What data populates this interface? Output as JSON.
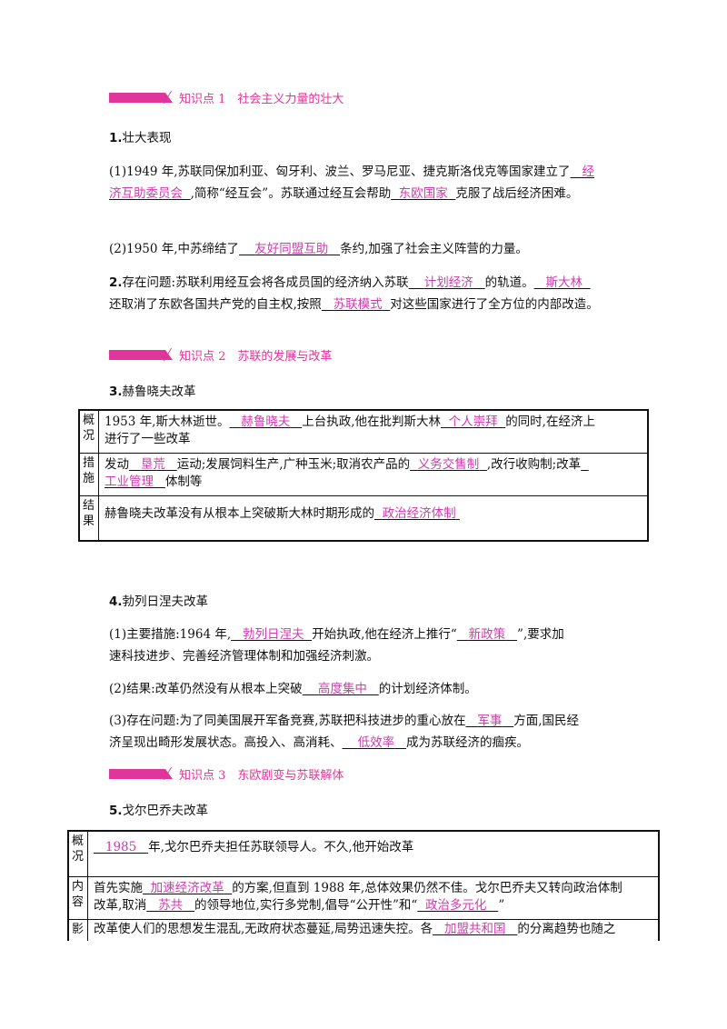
{
  "kp1": {
    "label": "知识点 1　社会主义力量的壮大"
  },
  "kp2": {
    "label": "知识点 2　苏联的发展与改革"
  },
  "kp3": {
    "label": "知识点 3　东欧剧变与苏联解体"
  },
  "s1": {
    "heading_num": "1.",
    "heading": "壮大表现",
    "p1": {
      "a": "(1)1949 年,苏联同保加利亚、匈牙利、波兰、罗马尼亚、捷克斯洛伐克等国家建立了",
      "ans1a": "经",
      "ans1b": "济互助委员会",
      "b": ",简称“经互会”。苏联通过经互会帮助",
      "ans2": "东欧国家",
      "c": "克服了战后经济困难。"
    },
    "p2": {
      "a": "(2)1950 年,中苏缔结了",
      "ans": "友好同盟互助",
      "b": "条约,加强了社会主义阵营的力量。"
    }
  },
  "s2": {
    "heading_num": "2.",
    "a": "存在问题:苏联利用经互会将各成员国的经济纳入苏联",
    "ans1": "计划经济",
    "b": "的轨道。",
    "ans2": "斯大林",
    "c": "还取消了东欧各国共产党的自主权,按照",
    "ans3": "苏联模式",
    "d": "对这些国家进行了全方位的内部改造。"
  },
  "s3": {
    "heading_num": "3.",
    "heading": "赫鲁晓夫改革",
    "rows": {
      "r1_label": "概况",
      "r1_a": "1953 年,斯大林逝世。",
      "r1_ans1": "赫鲁晓夫",
      "r1_b": "上台执政,他在批判斯大林",
      "r1_ans2": "个人崇拜",
      "r1_c": "的同时,在经济上",
      "r1_d": "进行了一些改革",
      "r2_label": "措施",
      "r2_a": "发动",
      "r2_ans1": "垦荒",
      "r2_b": "运动;发展饲料生产,广种玉米;取消农产品的",
      "r2_ans2": "义务交售制",
      "r2_c": ",改行收购制;改革",
      "r2_ans3": "工业管理",
      "r2_d": "体制等",
      "r3_label": "结果",
      "r3_a": "赫鲁晓夫改革没有从根本上突破斯大林时期形成的",
      "r3_ans": "政治经济体制"
    }
  },
  "s4": {
    "heading_num": "4.",
    "heading": "勃列日涅夫改革",
    "p1": {
      "a": "(1)主要措施:1964 年,",
      "ans1": "勃列日涅夫",
      "b": "开始执政,他在经济上推行“",
      "ans2": "新政策",
      "c": "”,要求加",
      "d": "速科技进步、完善经济管理体制和加强经济刺激。"
    },
    "p2": {
      "a": "(2)结果:改革仍然没有从根本上突破",
      "ans": "高度集中",
      "b": "的计划经济体制。"
    },
    "p3": {
      "a": "(3)存在问题:为了同美国展开军备竞赛,苏联把科技进步的重心放在",
      "ans1": "军事",
      "b": "方面,国民经",
      "c": "济呈现出畸形发展状态。高投入、高消耗、",
      "ans2": "低效率",
      "d": "成为苏联经济的痼疾。"
    }
  },
  "s5": {
    "heading_num": "5.",
    "heading": "戈尔巴乔夫改革",
    "rows": {
      "r1_label": "概况",
      "r1_ans": "1985",
      "r1_a": "年,戈尔巴乔夫担任苏联领导人。不久,他开始改革",
      "r2_label": "内容",
      "r2_a": "首先实施",
      "r2_ans1": "加速经济改革",
      "r2_b": "的方案,但直到 1988 年,总体效果仍然不佳。戈尔巴乔夫又转向政治体制",
      "r2_c": "改革,取消",
      "r2_ans2": "苏共",
      "r2_d": "的领导地位,实行多党制,倡导“公开性”和“",
      "r2_ans3": "政治多元化",
      "r2_e": "”",
      "r3_label": "影",
      "r3_a": "改革使人们的思想发生混乱,无政府状态蔓延,局势迅速失控。各",
      "r3_ans": "加盟共和国",
      "r3_b": "的分离趋势也随之"
    }
  },
  "colors": {
    "accent": "#e0359a",
    "answer": "#d03ab0"
  }
}
